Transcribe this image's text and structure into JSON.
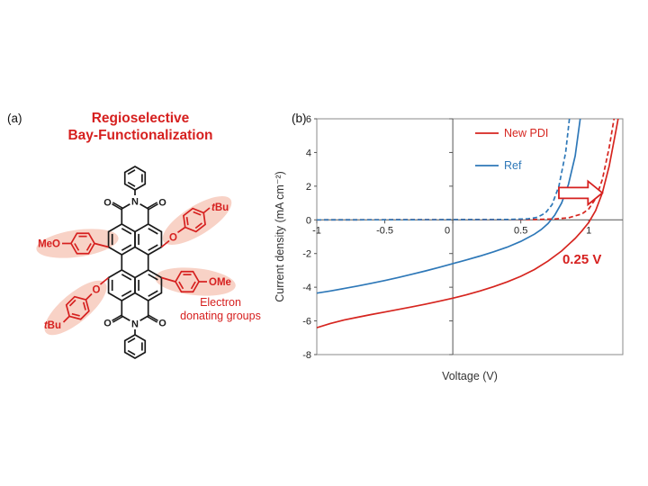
{
  "panel_a": {
    "label": "(a)",
    "title_line1": "Regioselective",
    "title_line2": "Bay-Functionalization",
    "annotation_line1": "Electron",
    "annotation_line2": "donating groups",
    "labels": {
      "N": "N",
      "O": "O",
      "MeO": "MeO",
      "OMe": "OMe",
      "tBu_t": "t",
      "tBu_Bu": "Bu"
    },
    "colors": {
      "substituent_red": "#d6201f",
      "highlight": "#f8d2c6",
      "core_black": "#1a1a1a"
    }
  },
  "panel_b": {
    "label": "(b)"
  },
  "chart_data": {
    "type": "line",
    "title": "",
    "xlabel": "Voltage (V)",
    "ylabel": "Current density (mA cm⁻²)",
    "xlim": [
      -1,
      1.25
    ],
    "ylim": [
      -8,
      6
    ],
    "xticks": [
      -1,
      -0.5,
      0,
      0.5,
      1
    ],
    "yticks": [
      6,
      4,
      2,
      0,
      -2,
      -4,
      -6,
      -8
    ],
    "grid": false,
    "legend_position": "upper-center-inside",
    "legend": [
      {
        "name": "New PDI",
        "color": "#d6251f"
      },
      {
        "name": "Ref",
        "color": "#2e78b8"
      }
    ],
    "series": [
      {
        "name": "New PDI light JV",
        "color": "#d6251f",
        "style": "solid",
        "points": [
          [
            -1,
            -6.4
          ],
          [
            -0.9,
            -6.15
          ],
          [
            -0.8,
            -5.95
          ],
          [
            -0.7,
            -5.78
          ],
          [
            -0.6,
            -5.62
          ],
          [
            -0.5,
            -5.47
          ],
          [
            -0.4,
            -5.32
          ],
          [
            -0.3,
            -5.16
          ],
          [
            -0.2,
            -5.0
          ],
          [
            -0.1,
            -4.83
          ],
          [
            0,
            -4.65
          ],
          [
            0.1,
            -4.45
          ],
          [
            0.2,
            -4.22
          ],
          [
            0.3,
            -3.97
          ],
          [
            0.4,
            -3.68
          ],
          [
            0.5,
            -3.35
          ],
          [
            0.6,
            -2.95
          ],
          [
            0.7,
            -2.45
          ],
          [
            0.8,
            -1.85
          ],
          [
            0.9,
            -1.1
          ],
          [
            0.95,
            -0.65
          ],
          [
            1,
            -0.15
          ],
          [
            1.05,
            0.55
          ],
          [
            1.1,
            1.6
          ],
          [
            1.15,
            3.2
          ],
          [
            1.2,
            5.3
          ],
          [
            1.22,
            6.2
          ]
        ]
      },
      {
        "name": "Ref light JV",
        "color": "#2e78b8",
        "style": "solid",
        "points": [
          [
            -1,
            -4.35
          ],
          [
            -0.9,
            -4.22
          ],
          [
            -0.8,
            -4.08
          ],
          [
            -0.7,
            -3.93
          ],
          [
            -0.6,
            -3.77
          ],
          [
            -0.5,
            -3.6
          ],
          [
            -0.4,
            -3.42
          ],
          [
            -0.3,
            -3.23
          ],
          [
            -0.2,
            -3.03
          ],
          [
            -0.1,
            -2.82
          ],
          [
            0,
            -2.6
          ],
          [
            0.1,
            -2.38
          ],
          [
            0.2,
            -2.15
          ],
          [
            0.3,
            -1.9
          ],
          [
            0.4,
            -1.62
          ],
          [
            0.5,
            -1.28
          ],
          [
            0.6,
            -0.85
          ],
          [
            0.65,
            -0.58
          ],
          [
            0.7,
            -0.22
          ],
          [
            0.75,
            0.28
          ],
          [
            0.8,
            1.0
          ],
          [
            0.85,
            2.1
          ],
          [
            0.9,
            3.8
          ],
          [
            0.94,
            6.2
          ]
        ]
      },
      {
        "name": "New PDI dark JV",
        "color": "#d6251f",
        "style": "dashed",
        "points": [
          [
            -1,
            0
          ],
          [
            0.6,
            0.02
          ],
          [
            0.75,
            0.05
          ],
          [
            0.85,
            0.12
          ],
          [
            0.95,
            0.35
          ],
          [
            1.0,
            0.65
          ],
          [
            1.05,
            1.25
          ],
          [
            1.1,
            2.4
          ],
          [
            1.15,
            4.3
          ],
          [
            1.19,
            6.2
          ]
        ]
      },
      {
        "name": "Ref dark JV",
        "color": "#2e78b8",
        "style": "dashed",
        "points": [
          [
            -1,
            0
          ],
          [
            0.4,
            0.02
          ],
          [
            0.55,
            0.06
          ],
          [
            0.62,
            0.15
          ],
          [
            0.68,
            0.4
          ],
          [
            0.73,
            0.9
          ],
          [
            0.78,
            2.0
          ],
          [
            0.83,
            4.0
          ],
          [
            0.86,
            6.2
          ]
        ]
      }
    ],
    "annotations": [
      {
        "text": "0.25 V",
        "color": "#d6201f",
        "x": 0.95,
        "y": -2.6
      }
    ],
    "arrow": {
      "x_tail": 0.78,
      "x_head": 1.1,
      "y": 1.6,
      "color": "#d6201f"
    }
  }
}
